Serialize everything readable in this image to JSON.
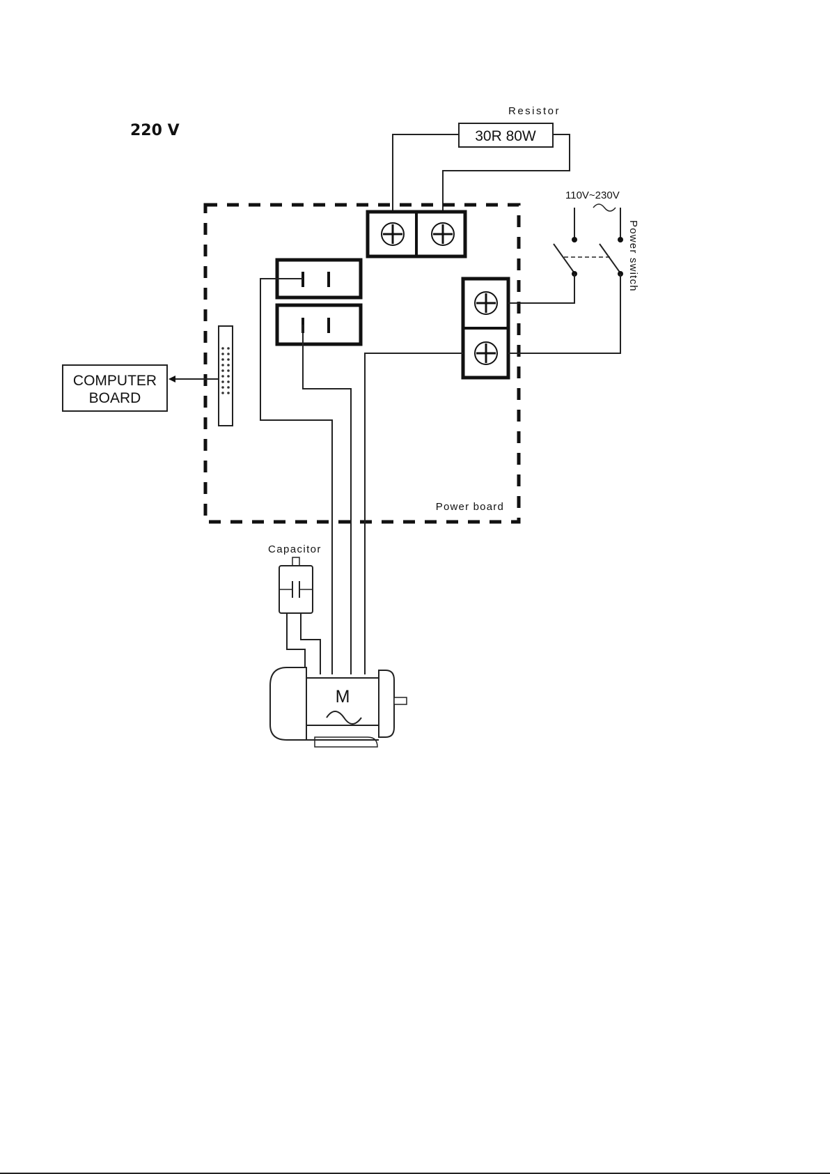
{
  "title": "220 V",
  "resistor": {
    "label": "Resistor",
    "value": "30R 80W"
  },
  "supply": {
    "voltage": "110V~230V",
    "switch_label": "Power switch"
  },
  "power_board": {
    "label": "Power board"
  },
  "computer_board": {
    "line1": "COMPUTER",
    "line2": "BOARD"
  },
  "capacitor": {
    "label": "Capacitor"
  },
  "motor": {
    "symbol": "M"
  }
}
